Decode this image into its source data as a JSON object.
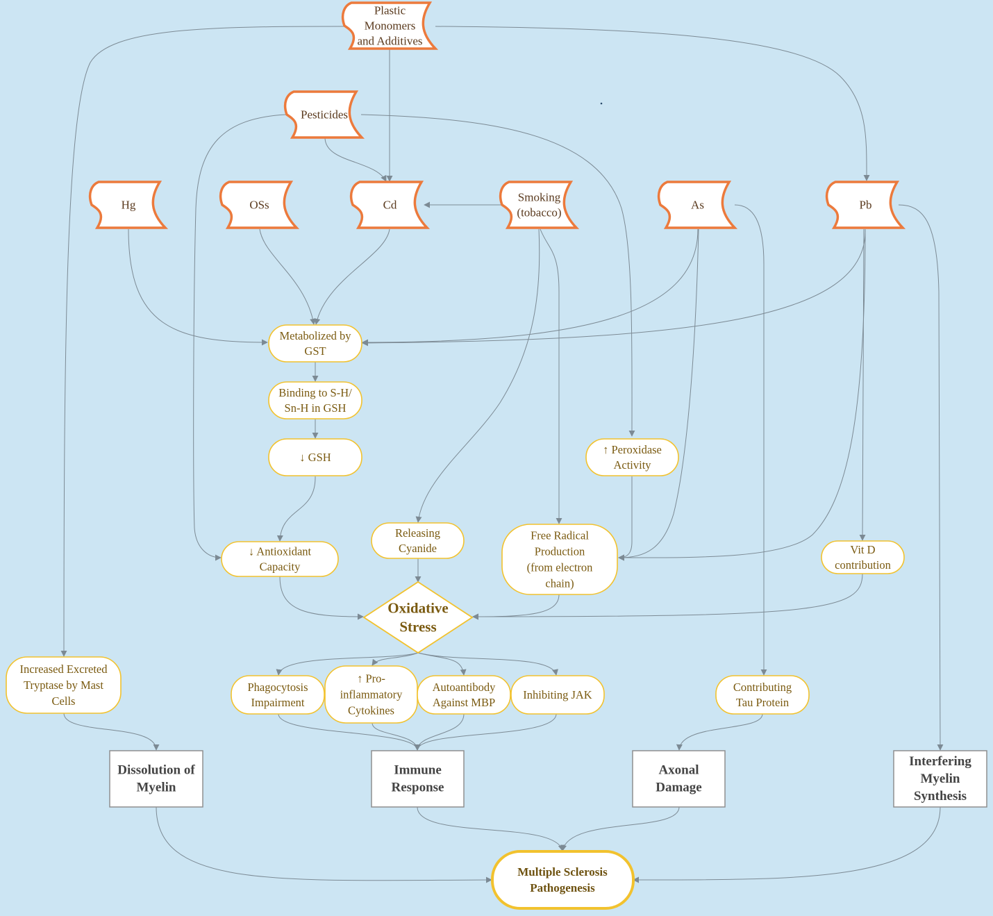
{
  "colors": {
    "background": "#cce5f3",
    "source_border": "#ec7a3c",
    "mechanism_border": "#f2c22e",
    "outcome_border": "#8f8f8f",
    "edge": "#7c8a94"
  },
  "sources": {
    "plastic": [
      "Plastic",
      "Monomers",
      "and Additives"
    ],
    "pesticides": [
      "Pesticides"
    ],
    "hg": [
      "Hg"
    ],
    "oss": [
      "OSs"
    ],
    "cd": [
      "Cd"
    ],
    "smoking": [
      "Smoking",
      "(tobacco)"
    ],
    "as": [
      "As"
    ],
    "pb": [
      "Pb"
    ]
  },
  "mechanisms": {
    "gst": [
      "Metabolized by",
      "GST"
    ],
    "binding": [
      "Binding to S-H/",
      "Sn-H in GSH"
    ],
    "gsh": [
      "↓ GSH"
    ],
    "peroxidase": [
      "↑ Peroxidase",
      "Activity"
    ],
    "antioxidant": [
      "↓ Antioxidant",
      "Capacity"
    ],
    "cyanide": [
      "Releasing",
      "Cyanide"
    ],
    "free_radical": [
      "Free Radical",
      "Production",
      "(from electron",
      "chain)"
    ],
    "vitd": [
      "Vit D",
      "contribution"
    ],
    "tryptase": [
      "Increased Excreted",
      "Tryptase by Mast",
      "Cells"
    ],
    "phagocytosis": [
      "Phagocytosis",
      "Impairment"
    ],
    "cytokines": [
      "↑ Pro-",
      "inflammatory",
      "Cytokines"
    ],
    "autoantibody": [
      "Autoantibody",
      "Against MBP"
    ],
    "jak": [
      "Inhibiting JAK"
    ],
    "tau": [
      "Contributing",
      "Tau Protein"
    ]
  },
  "oxidative_stress": [
    "Oxidative",
    "Stress"
  ],
  "outcomes": {
    "dissolution": [
      "Dissolution of",
      "Myelin"
    ],
    "immune": [
      "Immune",
      "Response"
    ],
    "axonal": [
      "Axonal",
      "Damage"
    ],
    "interfering": [
      "Interfering",
      "Myelin",
      "Synthesis"
    ]
  },
  "final": [
    "Multiple Sclerosis",
    "Pathogenesis"
  ]
}
